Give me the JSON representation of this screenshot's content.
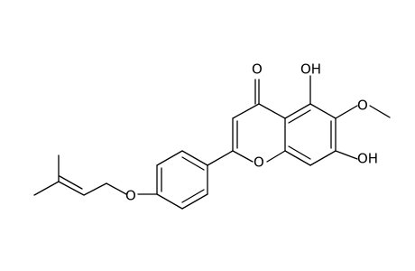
{
  "molecule": {
    "atoms": {
      "carbonyl_o": "O",
      "oh5": "OH",
      "ome_o": "O",
      "oh7": "OH",
      "ring_o": "O",
      "ether_o": "O"
    },
    "colors": {
      "bond": "#000000",
      "label": "#000000",
      "background": "#ffffff"
    }
  }
}
